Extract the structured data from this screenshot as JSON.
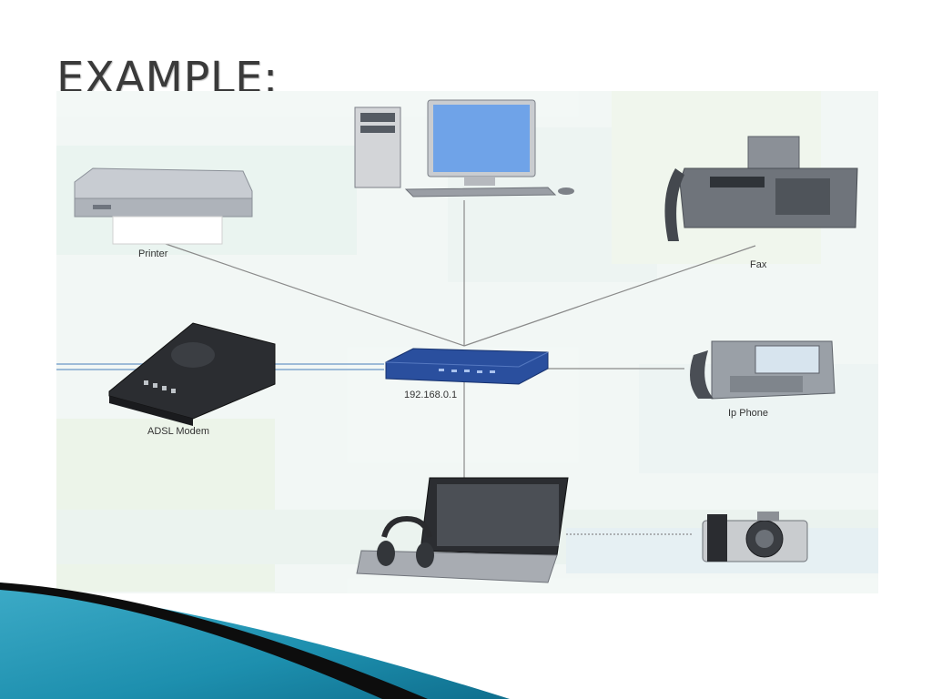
{
  "slide": {
    "title": "EXAMPLE:"
  },
  "diagram": {
    "hub": {
      "icon": "network-switch-icon",
      "label": "192.168.0.1"
    },
    "nodes": [
      {
        "id": "printer",
        "icon": "printer-icon",
        "label": "Printer"
      },
      {
        "id": "desktop",
        "icon": "desktop-computer-icon",
        "label": ""
      },
      {
        "id": "fax",
        "icon": "fax-machine-icon",
        "label": "Fax"
      },
      {
        "id": "modem",
        "icon": "adsl-modem-icon",
        "label": "ADSL Modem"
      },
      {
        "id": "ip-phone",
        "icon": "ip-phone-icon",
        "label": "Ip Phone"
      },
      {
        "id": "laptop",
        "icon": "laptop-icon",
        "label": ""
      },
      {
        "id": "camera",
        "icon": "camera-icon",
        "label": ""
      }
    ],
    "colors": {
      "switch_blue": "#2a4f9e",
      "link_line": "#8a8a8a",
      "swoosh_teal": "#1d8fae",
      "swoosh_dark": "#0d0d0d"
    }
  }
}
